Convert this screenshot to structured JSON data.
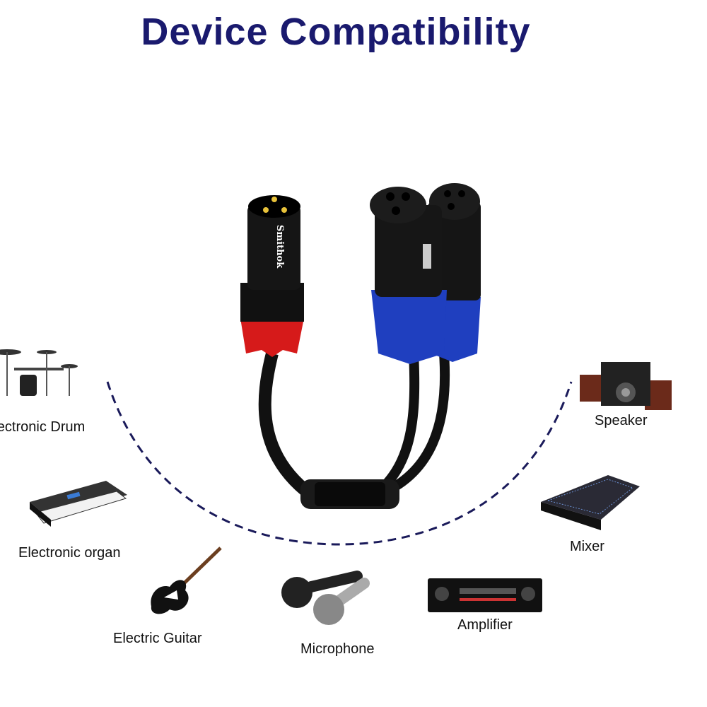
{
  "title": "Device Compatibility",
  "product": {
    "brand_text": "Smithok",
    "colors": {
      "male_collar": "#d61a1a",
      "female_collar": "#1f3fbf",
      "cable": "#111111",
      "arc": "#1a1a5a",
      "title": "#1a1a6e"
    }
  },
  "devices": [
    {
      "label": "Electronic Drum",
      "icon": "drum-kit-icon"
    },
    {
      "label": "Electronic organ",
      "icon": "keyboard-icon"
    },
    {
      "label": "Electric Guitar",
      "icon": "guitar-icon"
    },
    {
      "label": "Microphone",
      "icon": "microphone-icon"
    },
    {
      "label": "Amplifier",
      "icon": "amplifier-icon"
    },
    {
      "label": "Mixer",
      "icon": "mixer-icon"
    },
    {
      "label": "Speaker",
      "icon": "speaker-icon"
    }
  ]
}
